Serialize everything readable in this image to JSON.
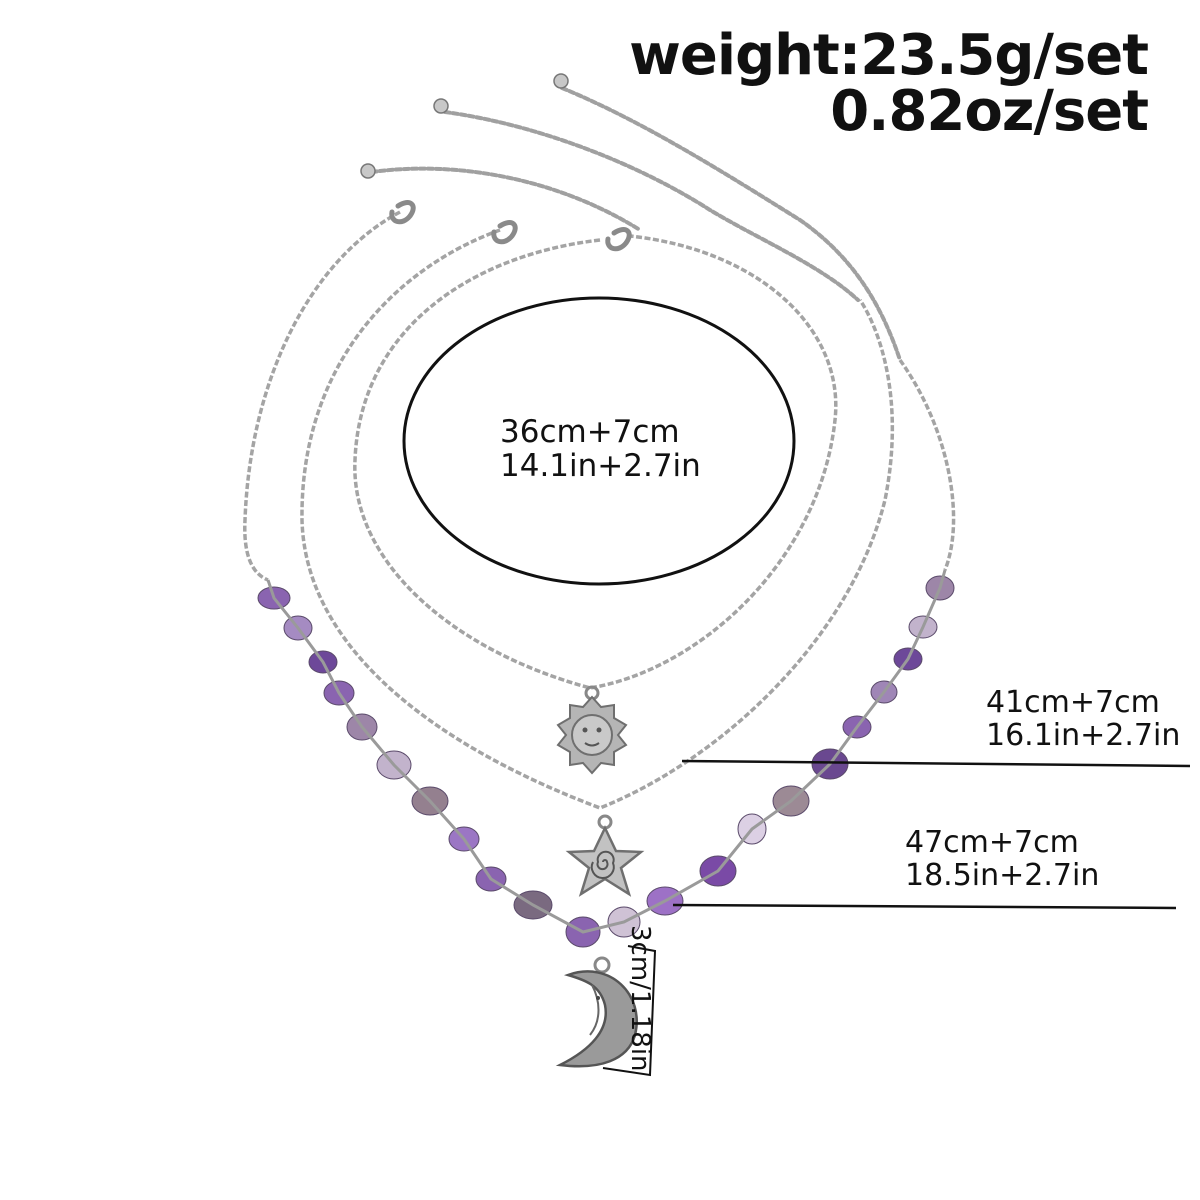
{
  "product": {
    "weight_line1": "weight:23.5g/set",
    "weight_line2": "0.82oz/set"
  },
  "measurements": {
    "inner": {
      "cm": "36cm+7cm",
      "in": "14.1in+2.7in"
    },
    "middle": {
      "cm": "41cm+7cm",
      "in": "16.1in+2.7in"
    },
    "outer": {
      "cm": "47cm+7cm",
      "in": "18.5in+2.7in"
    },
    "pendant": "3cm/1.18in"
  },
  "colors": {
    "chain": "#a9a9a9",
    "chain_dark": "#6f6f6f",
    "amethyst": "#8a64b0",
    "amethyst_light": "#b9a3d0",
    "amethyst_dark": "#5c3d82",
    "silver": "#9a9a9a",
    "line": "#111111"
  },
  "pendants": {
    "inner": "sun-icon",
    "middle": "star-icon",
    "outer": "crescent-moon-icon"
  }
}
